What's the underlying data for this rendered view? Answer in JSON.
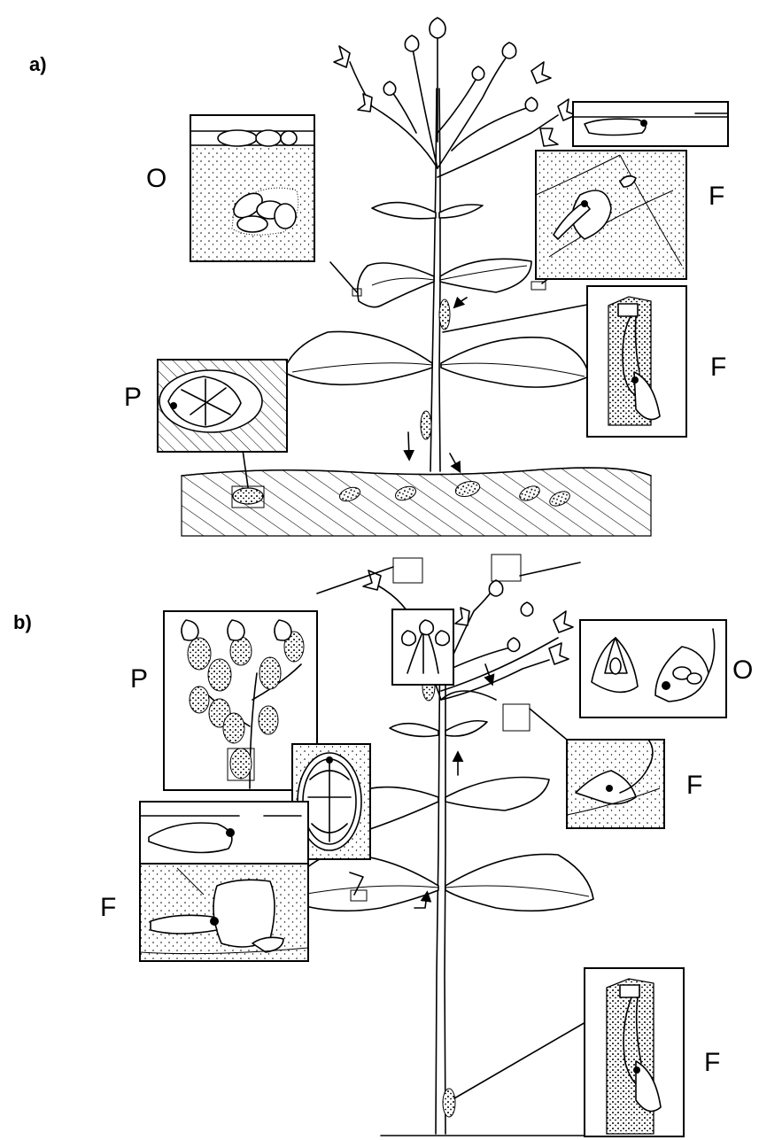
{
  "panels": [
    {
      "label": "a)",
      "stages": [
        "O",
        "F",
        "F",
        "P"
      ]
    },
    {
      "label": "b)",
      "stages": [
        "P",
        "O",
        "F",
        "F",
        "F"
      ]
    }
  ],
  "colors": {
    "ink": "#000000",
    "background": "#ffffff"
  }
}
